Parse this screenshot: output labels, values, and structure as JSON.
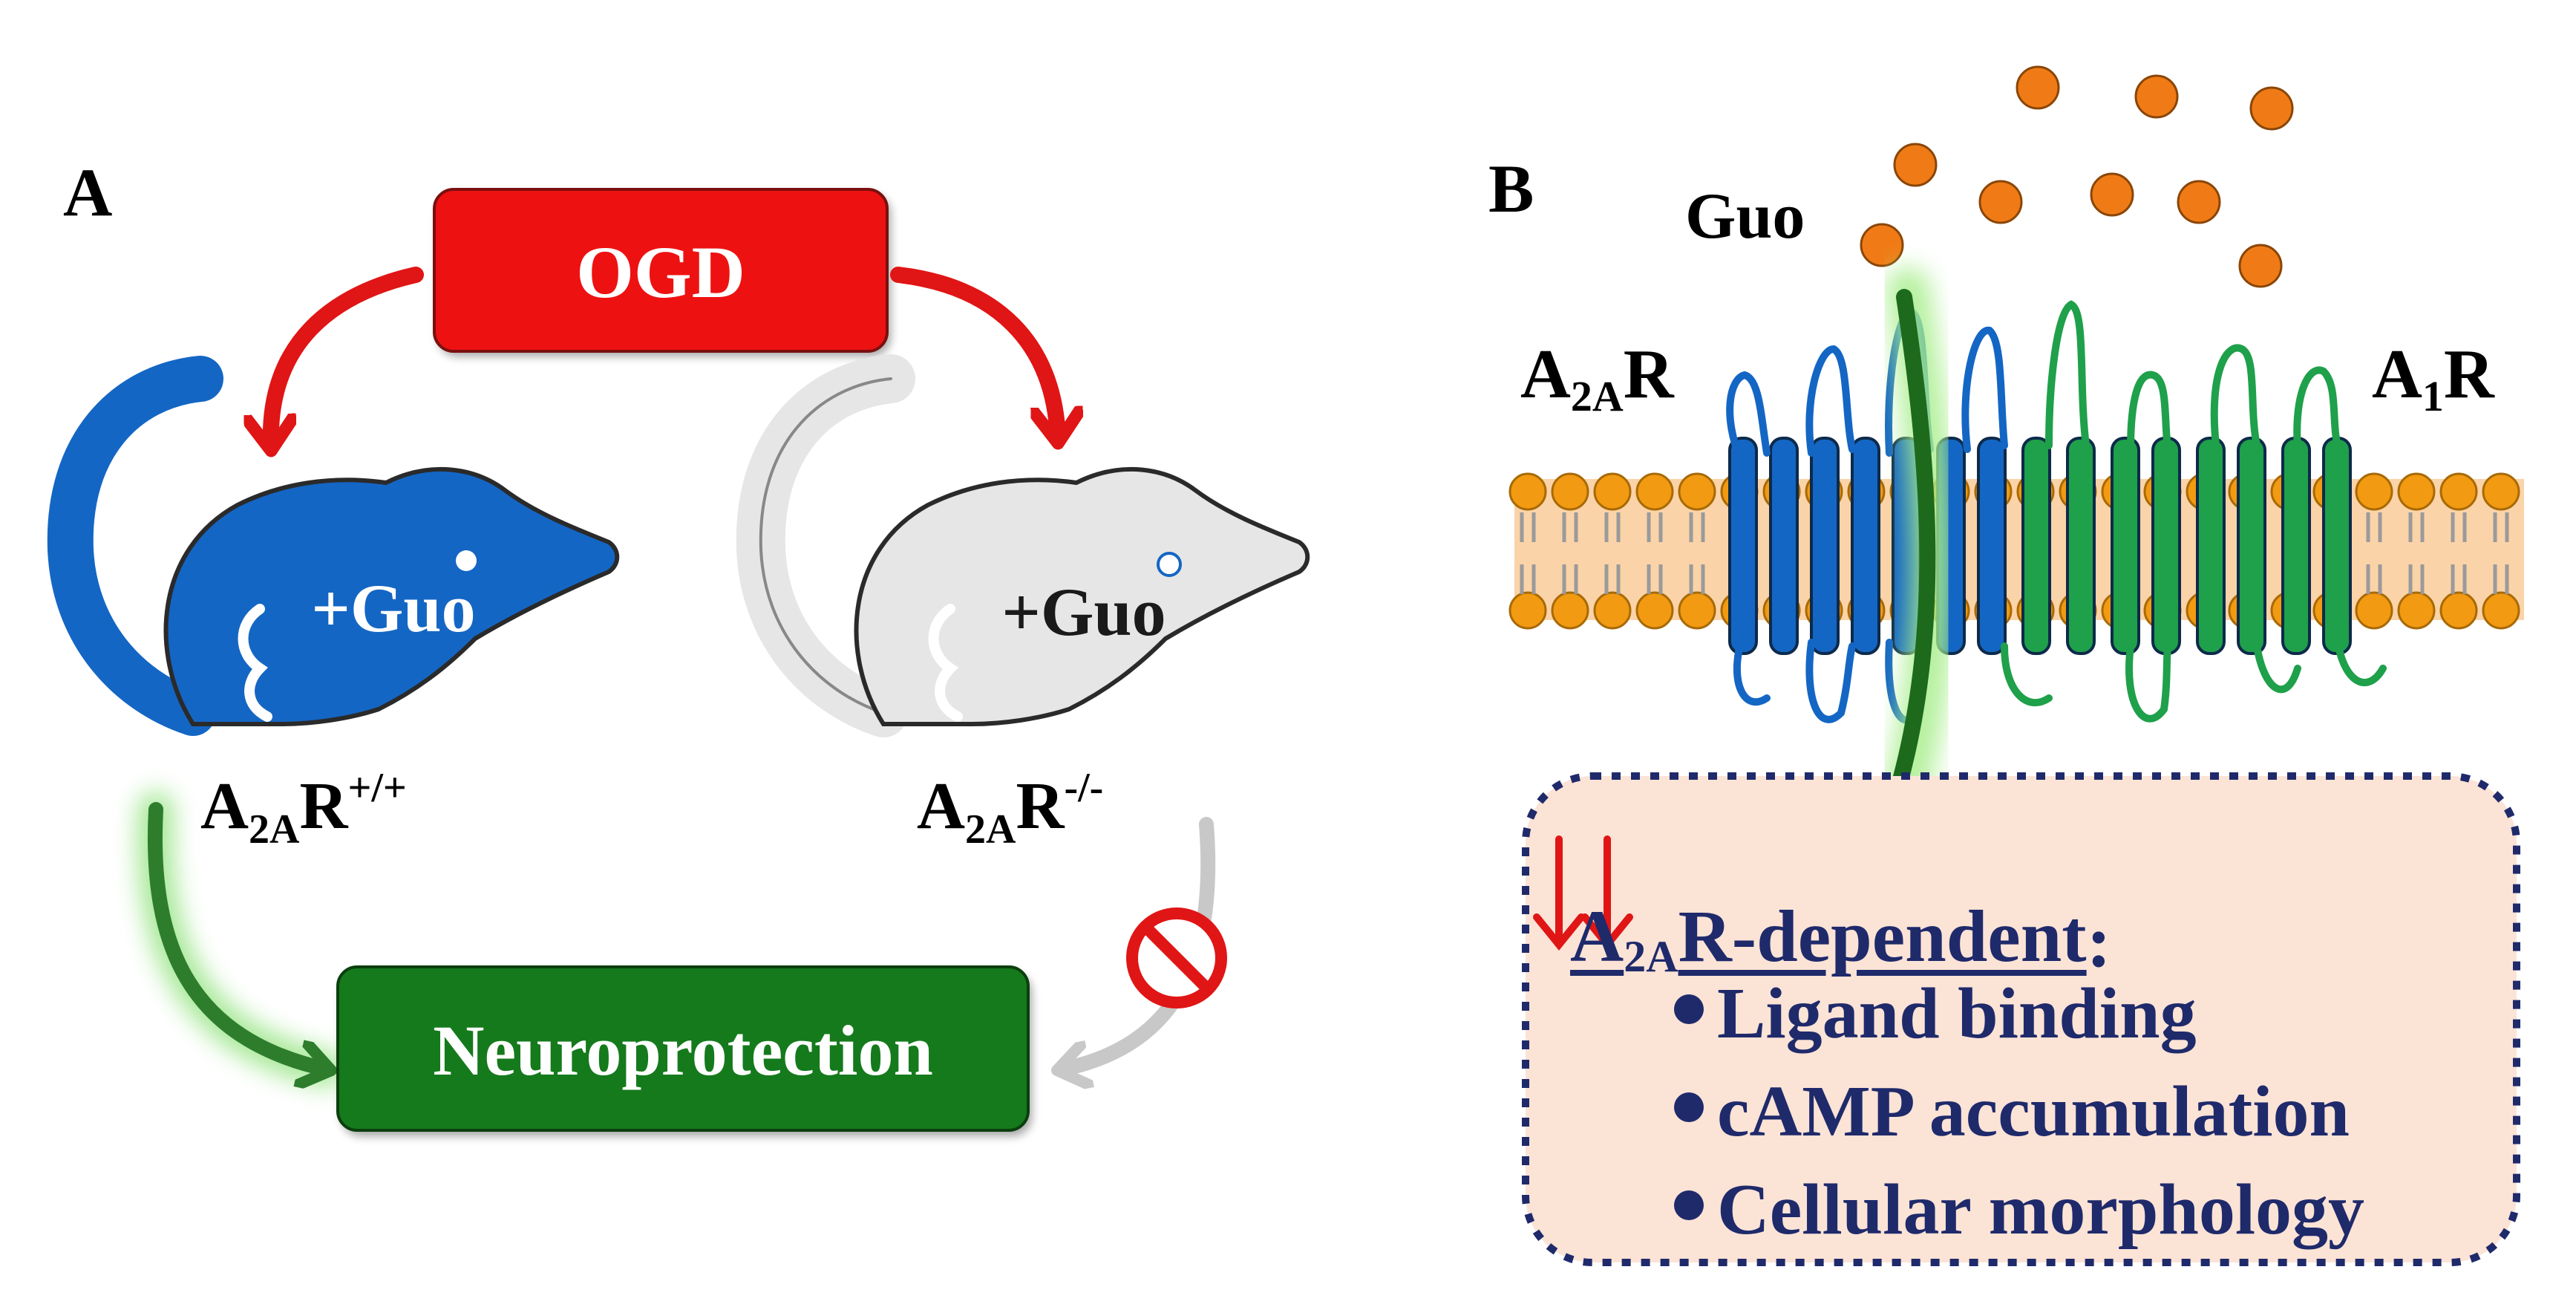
{
  "panels": {
    "a": {
      "letter": "A",
      "top_box": "OGD",
      "bottom_box": "Neuroprotection",
      "mouse_left": {
        "treatment": "+Guo",
        "genotype_main": "A",
        "genotype_sub": "2A",
        "genotype_rest": "R",
        "genotype_sup": "+/+",
        "color": "#1466c4"
      },
      "mouse_right": {
        "treatment": "+Guo",
        "genotype_main": "A",
        "genotype_sub": "2A",
        "genotype_rest": "R",
        "genotype_sup": "-/-",
        "color": "#e6e6e6"
      }
    },
    "b": {
      "letter": "B",
      "ligand": "Guo",
      "receptor_left": {
        "main": "A",
        "sub": "2A",
        "rest": "R",
        "color": "#1466c4"
      },
      "receptor_right": {
        "main": "A",
        "sub": "1",
        "rest": "R",
        "color": "#1fa04a"
      },
      "effects_box": {
        "heading_main": "A",
        "heading_sub": "2A",
        "heading_rest": "R-dependent",
        "heading_colon": ":",
        "items": [
          "Ligand binding",
          "cAMP accumulation",
          "Cellular morphology"
        ]
      }
    }
  },
  "colors": {
    "ogd_red": "#ee1111",
    "neuro_green": "#157a1c",
    "arrow_red": "#e01515",
    "arrow_green": "#2d7d2d",
    "lipid_orange": "#f29a12",
    "ligand_orange": "#f07b16",
    "text_navy": "#1f2a6b",
    "box_fill": "#fbe3d6"
  }
}
